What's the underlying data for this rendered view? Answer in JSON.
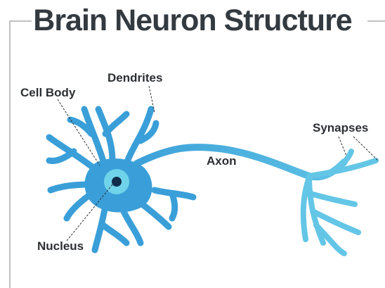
{
  "title": "Brain Neuron Structure",
  "labels": {
    "cell_body": "Cell Body",
    "dendrites": "Dendrites",
    "synapses": "Synapses",
    "axon": "Axon",
    "nucleus": "Nucleus"
  },
  "colors": {
    "neuron": "#3a9fd8",
    "neuron_light": "#62c3e6",
    "nucleus_ring": "#6fd3ea",
    "nucleus_core": "#0f2c4a",
    "text": "#2b2f33",
    "frame": "#9a9a9a"
  }
}
